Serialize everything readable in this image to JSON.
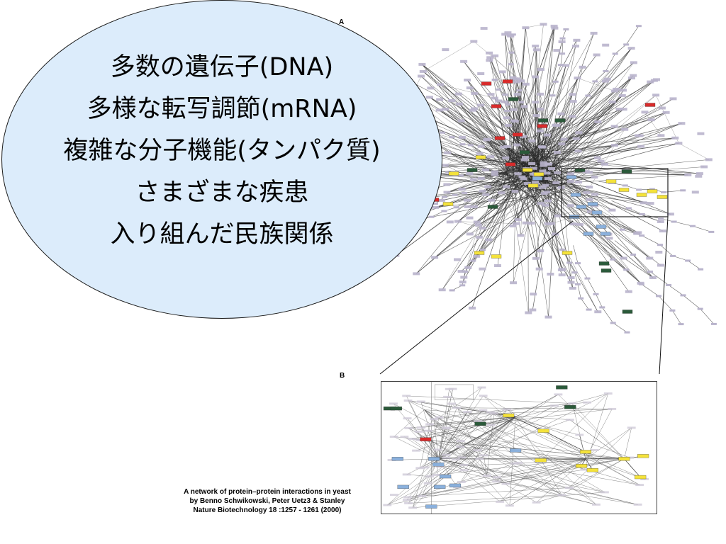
{
  "bubble": {
    "lines": [
      "多数の遺伝子(DNA)",
      "多様な転写調節(mRNA)",
      "複雑な分子機能(タンパク質)",
      "さまざまな疾患",
      "入り組んだ民族関係"
    ]
  },
  "figure": {
    "panel_a_label": "A",
    "panel_b_label": "B",
    "node_colors": {
      "default": "#b9b4cc",
      "red": "#d92b2b",
      "green": "#2b5a3a",
      "yellow": "#f4e23a",
      "blue": "#8ab0dc"
    }
  },
  "citation": {
    "line1": "A network of protein–protein interactions in yeast",
    "line2": "by Benno Schwikowski, Peter Uetz3 & Stanley",
    "line3": "Nature Biotechnology  18 :1257 - 1261 (2000)"
  }
}
